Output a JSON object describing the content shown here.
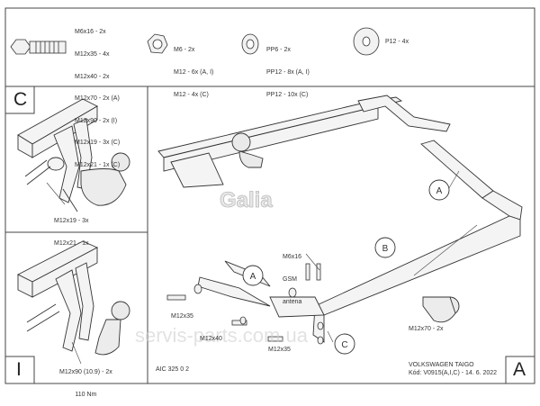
{
  "hardware": {
    "bolts": [
      "M6x16 - 2x",
      "M12x35 - 4x",
      "M12x40 - 2x",
      "M12x70 - 2x (A)",
      "M12x90 - 2x (I)",
      "M12x19 - 3x (C)",
      "M12x21 - 1x (C)"
    ],
    "nuts": [
      "M6 - 2x",
      "M12 - 6x (A, I)",
      "M12 - 4x (C)"
    ],
    "washers": [
      "PP6 - 2x",
      "PP12 - 8x (A, I)",
      "PP12 - 10x (C)"
    ],
    "washer_big": "P12 - 4x"
  },
  "panel_c": {
    "letter": "C",
    "bolt_note": [
      "M12x19 - 3x",
      "M12x21 - 1x"
    ]
  },
  "panel_i": {
    "letter": "I",
    "bolt_note": [
      "M12x90 (10.9) - 2x",
      "110 Nm"
    ]
  },
  "main": {
    "corner_letter": "A",
    "callouts": {
      "a_top": "A",
      "b": "B",
      "a_left": "A",
      "c": "C"
    },
    "gsm_note": [
      "M6x16",
      "GSM",
      "antena"
    ],
    "labels": {
      "m12x35_left": "M12x35",
      "m12x40": "M12x40",
      "m12x35_bottom": "M12x35",
      "m12x70": "M12x70 - 2x"
    },
    "brand": "Galia",
    "watermark": "servis-parts.com.ua"
  },
  "footer": {
    "code": "AIC 325 0 2",
    "vehicle": "VOLKSWAGEN TAIGO",
    "kod": "Kód: V0915(A,I,C) - 14. 6. 2022"
  }
}
